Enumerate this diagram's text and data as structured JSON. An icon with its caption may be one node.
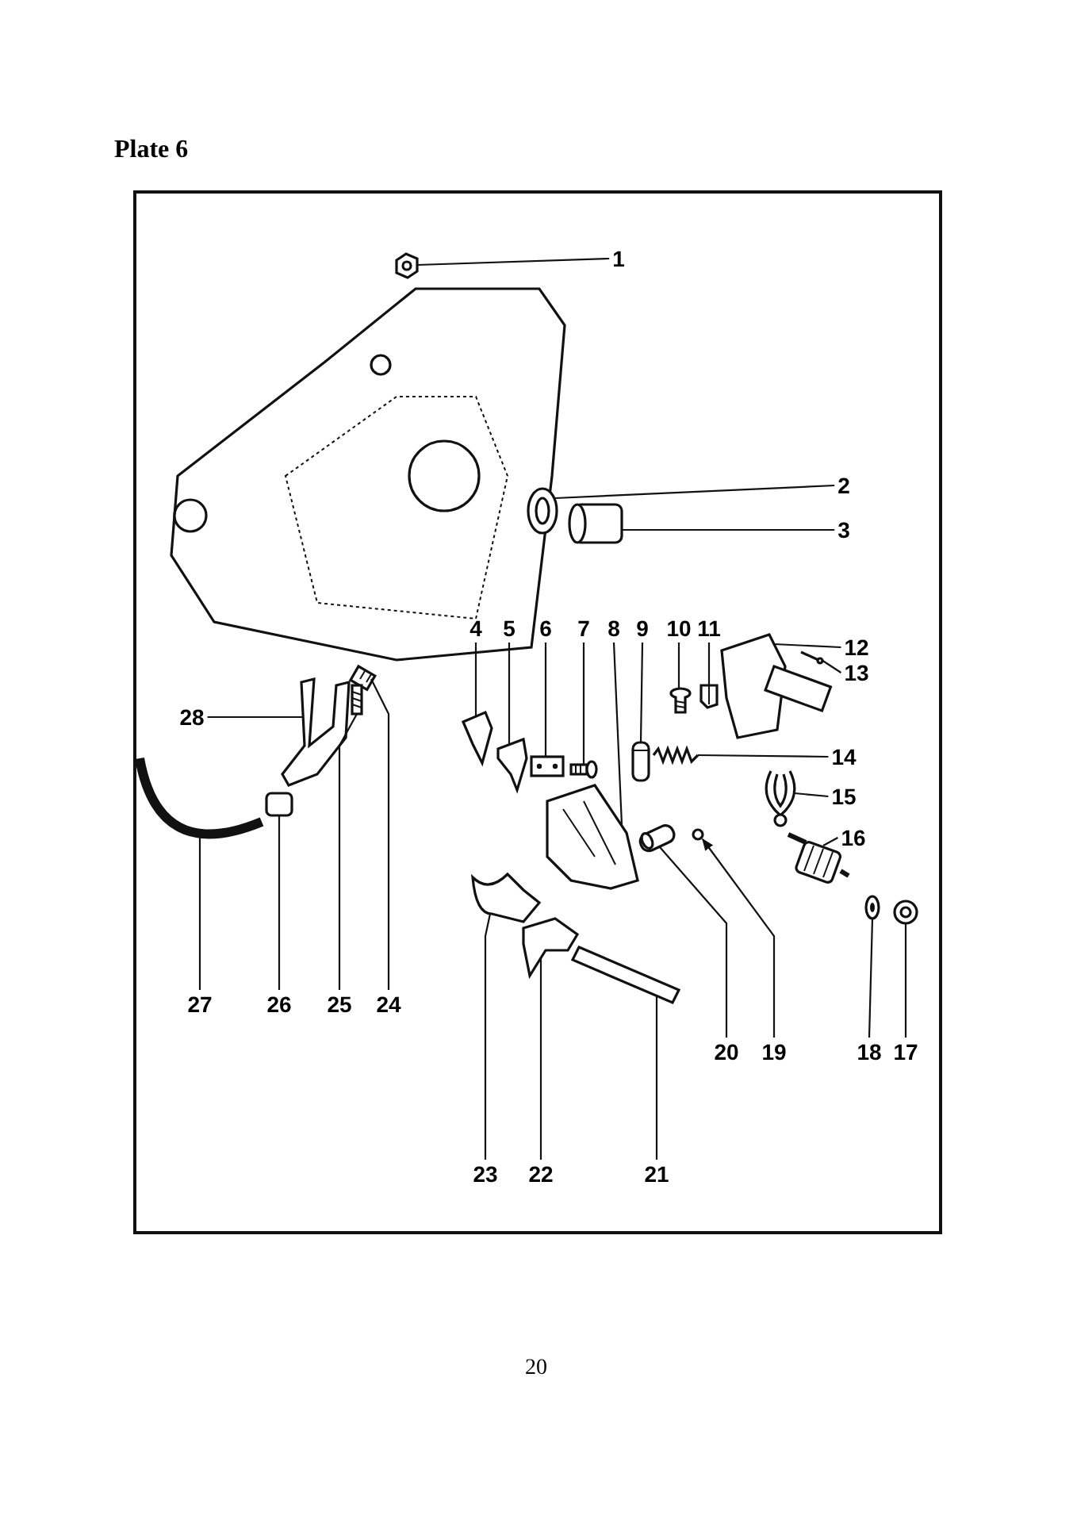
{
  "diagram": {
    "title": "Plate 6",
    "nodes": [
      {
        "text": [
          "1"
        ]
      },
      {
        "text": [
          "2"
        ]
      },
      {
        "text": [
          "3"
        ]
      },
      {
        "text": [
          "4"
        ]
      },
      {
        "text": [
          "5"
        ]
      },
      {
        "text": [
          "6"
        ]
      },
      {
        "text": [
          "7"
        ]
      },
      {
        "text": [
          "8"
        ]
      },
      {
        "text": [
          "9"
        ]
      },
      {
        "text": [
          "10"
        ]
      },
      {
        "text": [
          "11"
        ]
      },
      {
        "text": [
          "12"
        ]
      },
      {
        "text": [
          "13"
        ]
      },
      {
        "text": [
          "14"
        ]
      },
      {
        "text": [
          "15"
        ]
      },
      {
        "text": [
          "16"
        ]
      },
      {
        "text": [
          "17"
        ]
      },
      {
        "text": [
          "18"
        ]
      },
      {
        "text": [
          "19"
        ]
      },
      {
        "text": [
          "20"
        ]
      },
      {
        "text": [
          "21"
        ]
      },
      {
        "text": [
          "22"
        ]
      },
      {
        "text": [
          "23"
        ]
      },
      {
        "text": [
          "24"
        ]
      },
      {
        "text": [
          "25"
        ]
      },
      {
        "text": [
          "26"
        ]
      },
      {
        "text": [
          "27"
        ]
      },
      {
        "text": [
          "28"
        ]
      },
      {
        "text": [],
        "shape": "picture"
      },
      {
        "text": [],
        "shape": "picture"
      },
      {
        "text": [],
        "shape": "picture"
      },
      {
        "text": [],
        "shape": "picture"
      },
      {
        "text": [],
        "shape": "picture"
      },
      {
        "text": [],
        "shape": "picture"
      },
      {
        "text": [],
        "shape": "picture"
      },
      {
        "text": [],
        "shape": "picture"
      },
      {
        "text": [],
        "shape": "picture"
      },
      {
        "text": [],
        "shape": "picture"
      },
      {
        "text": [],
        "shape": "picture"
      },
      {
        "text": [],
        "shape": "picture"
      },
      {
        "text": [],
        "shape": "picture"
      },
      {
        "text": [],
        "shape": "picture"
      },
      {
        "text": [],
        "shape": "picture"
      },
      {
        "text": [],
        "shape": "picture"
      },
      {
        "text": [],
        "shape": "picture"
      },
      {
        "text": [],
        "shape": "picture"
      },
      {
        "text": [],
        "shape": "circle"
      },
      {
        "text": [],
        "shape": "picture"
      },
      {
        "text": [],
        "shape": "picture"
      },
      {
        "text": [],
        "shape": "picture"
      },
      {
        "text": [],
        "shape": "picture"
      },
      {
        "text": [],
        "shape": "picture"
      },
      {
        "text": [],
        "shape": "picture"
      },
      {
        "text": [],
        "shape": "picture"
      },
      {
        "text": [],
        "shape": "picture"
      },
      {
        "text": [],
        "shape": "picture"
      }
    ],
    "edges": [
      {
        "from": 0,
        "to": 28,
        "arrow": "none"
      },
      {
        "from": 1,
        "to": 29,
        "arrow": "none"
      },
      {
        "from": 2,
        "to": 30,
        "arrow": "none"
      },
      {
        "from": 3,
        "to": 31,
        "arrow": "none"
      },
      {
        "from": 4,
        "to": 32,
        "arrow": "none"
      },
      {
        "from": 5,
        "to": 33,
        "arrow": "none"
      },
      {
        "from": 6,
        "to": 34,
        "arrow": "none"
      },
      {
        "from": 7,
        "to": 35,
        "arrow": "none"
      },
      {
        "from": 8,
        "to": 36,
        "arrow": "none"
      },
      {
        "from": 9,
        "to": 37,
        "arrow": "none"
      },
      {
        "from": 10,
        "to": 38,
        "arrow": "none"
      },
      {
        "from": 11,
        "to": 39,
        "arrow": "none"
      },
      {
        "from": 12,
        "to": 40,
        "arrow": "none"
      },
      {
        "from": 13,
        "to": 41,
        "arrow": "none"
      },
      {
        "from": 14,
        "to": 42,
        "arrow": "none"
      },
      {
        "from": 15,
        "to": 43,
        "arrow": "none"
      },
      {
        "from": 16,
        "to": 44,
        "arrow": "none"
      },
      {
        "from": 17,
        "to": 45,
        "arrow": "none"
      },
      {
        "from": 18,
        "to": 46,
        "arrow": "to"
      },
      {
        "from": 19,
        "to": 47,
        "arrow": "none"
      },
      {
        "from": 20,
        "to": 48,
        "arrow": "none"
      },
      {
        "from": 21,
        "to": 49,
        "arrow": "none"
      },
      {
        "from": 22,
        "to": 50,
        "arrow": "none"
      },
      {
        "from": 23,
        "to": 51,
        "arrow": "none"
      },
      {
        "from": 24,
        "to": 52,
        "arrow": "none"
      },
      {
        "from": 25,
        "to": 53,
        "arrow": "none"
      },
      {
        "from": 26,
        "to": 54,
        "arrow": "none"
      },
      {
        "from": 27,
        "to": 55,
        "arrow": "none"
      }
    ],
    "labels": [
      "20"
    ]
  }
}
